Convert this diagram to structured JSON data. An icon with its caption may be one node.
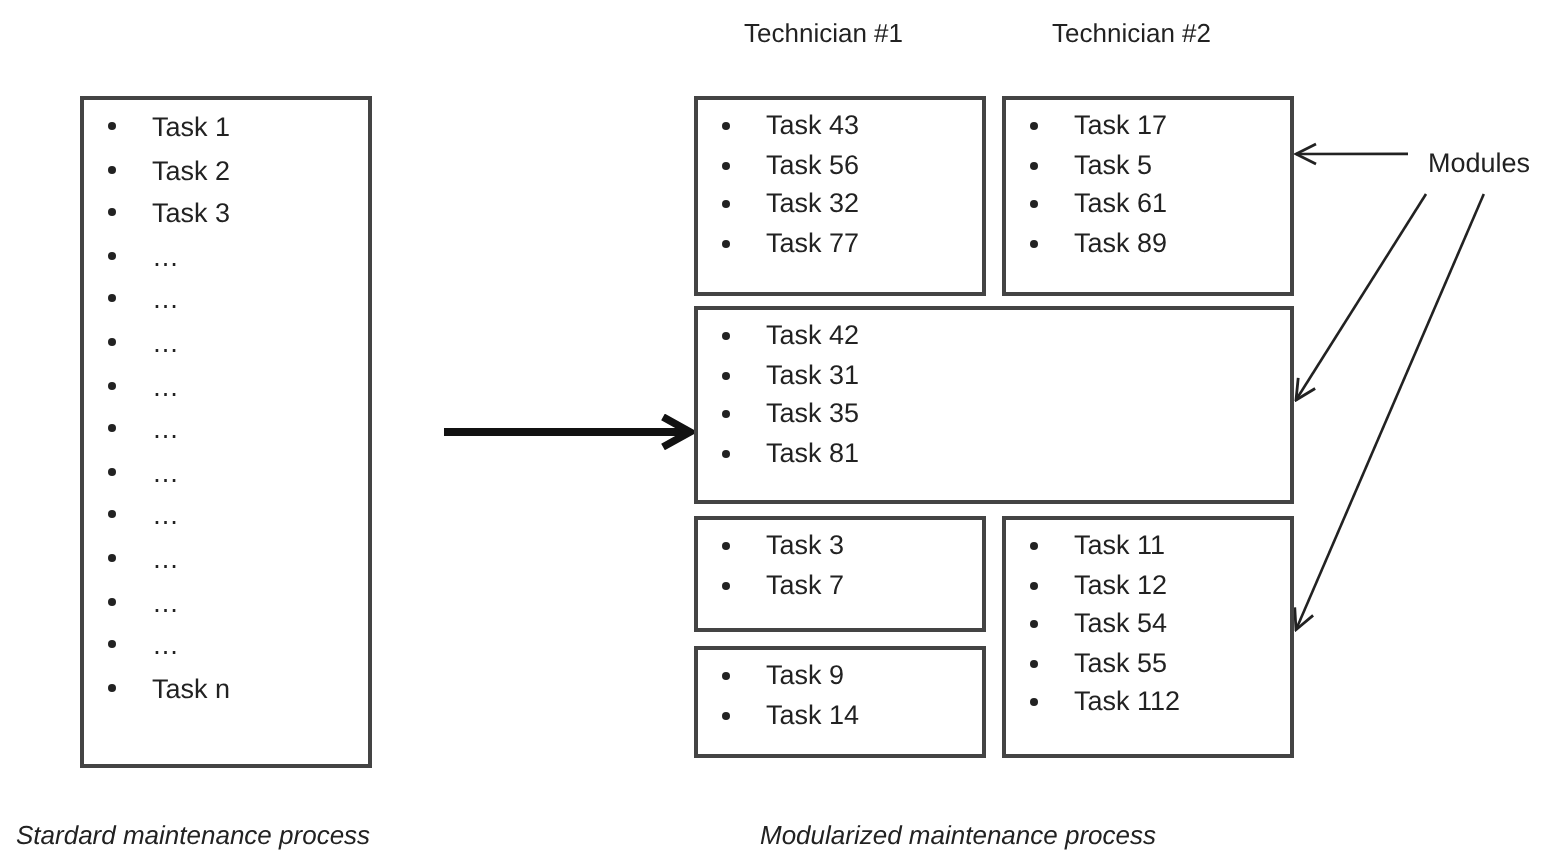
{
  "diagram": {
    "nodes": [
      {
        "text": [
          "Task 1",
          "Task 2",
          "Task 3",
          "…",
          "…",
          "…",
          "…",
          "…",
          "…",
          "…",
          "…",
          "…",
          "…",
          "Task n"
        ]
      },
      {
        "text": [
          "Task 43",
          "Task 56",
          "Task 32",
          "Task 77"
        ]
      },
      {
        "text": [
          "Task 17",
          "Task 5",
          "Task 61",
          "Task 89"
        ]
      },
      {
        "text": [
          "Task 42",
          "Task 31",
          "Task 35",
          "Task 81"
        ]
      },
      {
        "text": [
          "Task 3",
          "Task 7"
        ]
      },
      {
        "text": [
          "Task 11",
          "Task 12",
          "Task 54",
          "Task 55",
          "Task 112"
        ]
      },
      {
        "text": [
          "Task 9",
          "Task 14"
        ]
      },
      {
        "text": [
          "Modules"
        ]
      }
    ],
    "edges": [
      {
        "from": 0,
        "to": 3,
        "arrow": "to",
        "style": "thick"
      },
      {
        "from": 7,
        "to": 2,
        "arrow": "to"
      },
      {
        "from": 7,
        "to": 3,
        "arrow": "to"
      },
      {
        "from": 7,
        "to": 5,
        "arrow": "to"
      }
    ],
    "labels": [
      "Technician #1",
      "Technician #2",
      "Stardard maintenance process",
      "Modularized maintenance process"
    ]
  }
}
